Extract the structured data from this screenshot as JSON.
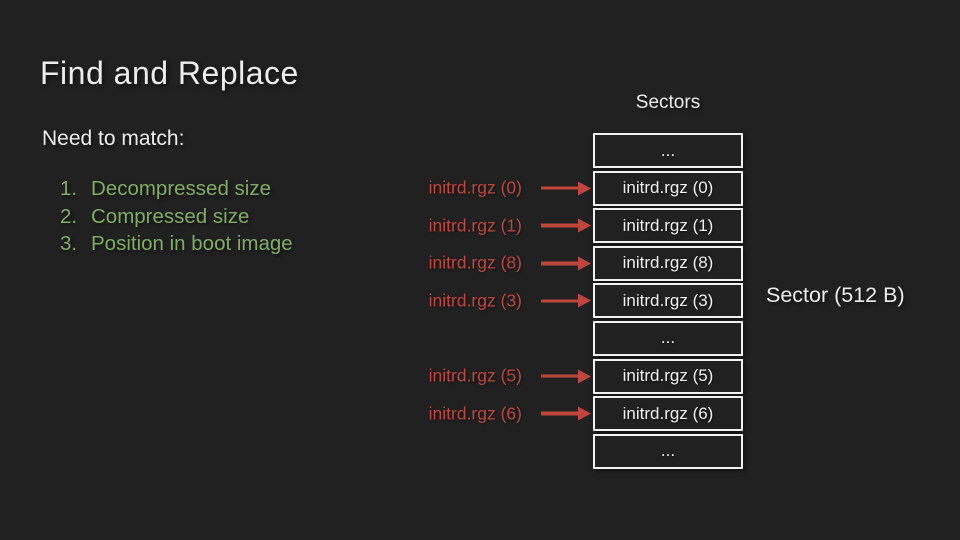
{
  "slide": {
    "title": "Find and Replace",
    "subtitle": "Need to match:",
    "list": [
      {
        "number": "1.",
        "text": "Decompressed size"
      },
      {
        "number": "2.",
        "text": "Compressed size"
      },
      {
        "number": "3.",
        "text": "Position in boot image"
      }
    ],
    "diagram": {
      "header": "Sectors",
      "side_label": "Sector (512 B)",
      "rows": [
        {
          "label": "...",
          "pointer": null
        },
        {
          "label": "initrd.rgz (0)",
          "pointer": "initrd.rgz (0)"
        },
        {
          "label": "initrd.rgz (1)",
          "pointer": "initrd.rgz (1)"
        },
        {
          "label": "initrd.rgz (8)",
          "pointer": "initrd.rgz (8)"
        },
        {
          "label": "initrd.rgz (3)",
          "pointer": "initrd.rgz (3)"
        },
        {
          "label": "...",
          "pointer": null
        },
        {
          "label": "initrd.rgz (5)",
          "pointer": "initrd.rgz (5)"
        },
        {
          "label": "initrd.rgz (6)",
          "pointer": "initrd.rgz (6)"
        },
        {
          "label": "...",
          "pointer": null
        }
      ]
    },
    "colors": {
      "background": "#212121",
      "text": "#ededed",
      "green": "#7fad60",
      "red": "#c0463c",
      "box_border": "#f2f2f2"
    }
  }
}
